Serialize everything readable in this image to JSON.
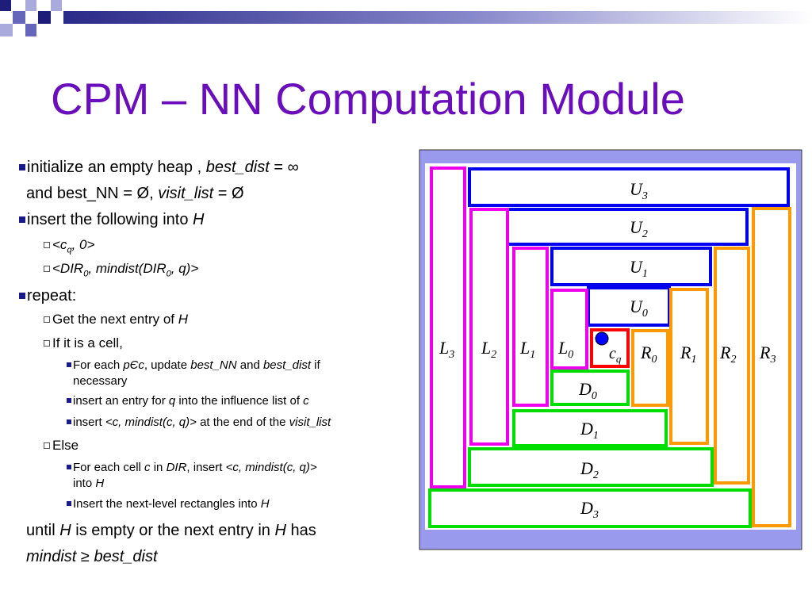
{
  "slide": {
    "title": "CPM – NN Computation Module",
    "bullets": {
      "b1_a": "initialize an empty heap ,",
      "b1_b": "best_dist",
      "b1_c": " = ∞",
      "b1_d": "and best_NN = Ø, ",
      "b1_e": "visit_list",
      "b1_f": " = Ø",
      "b2_a": "insert the following into ",
      "b2_b": "H",
      "b2_s1_a": "<c",
      "b2_s1_sub": "q",
      "b2_s1_b": ", 0>",
      "b2_s2_a": "<DIR",
      "b2_s2_sub": "0",
      "b2_s2_b": ", mindist(DIR",
      "b2_s2_sub2": "0",
      "b2_s2_c": ", q)>",
      "b3": "repeat:",
      "b3_s1_a": "Get the next entry of ",
      "b3_s1_b": "H",
      "b3_s2": "If it is a cell,",
      "b3_t1_a": "For each ",
      "b3_t1_b": "pЄc",
      "b3_t1_c": ", update ",
      "b3_t1_d": "best_NN",
      "b3_t1_e": " and ",
      "b3_t1_f": "best_dist",
      "b3_t1_g": " if",
      "b3_t1_h": "necessary",
      "b3_t2_a": "insert an entry for ",
      "b3_t2_b": "q",
      "b3_t2_c": " into the influence list of ",
      "b3_t2_d": "c",
      "b3_t3_a": "insert ",
      "b3_t3_b": "<c, mindist(c, q)>",
      "b3_t3_c": " at the end of the ",
      "b3_t3_d": "visit_list",
      "b3_s3": "Else",
      "b3_t4_a": "For each cell ",
      "b3_t4_b": "c",
      "b3_t4_c": " in ",
      "b3_t4_d": "DIR",
      "b3_t4_e": ", insert ",
      "b3_t4_f": "<c, mindist(c, q)>",
      "b3_t4_g": "into ",
      "b3_t4_h": "H",
      "b3_t5_a": "Insert the next-level rectangles into ",
      "b3_t5_b": "H",
      "until_a": "until ",
      "until_b": "H",
      "until_c": " is empty or the next entry in ",
      "until_d": "H",
      "until_e": " has",
      "until_f": "mindist",
      "until_g": " ≥ ",
      "until_h": "best_dist"
    }
  },
  "diagram": {
    "labels": {
      "U3": "U",
      "U3s": "3",
      "U2": "U",
      "U2s": "2",
      "U1": "U",
      "U1s": "1",
      "U0": "U",
      "U0s": "0",
      "L3": "L",
      "L3s": "3",
      "L2": "L",
      "L2s": "2",
      "L1": "L",
      "L1s": "1",
      "L0": "L",
      "L0s": "0",
      "R0": "R",
      "R0s": "0",
      "R1": "R",
      "R1s": "1",
      "R2": "R",
      "R2s": "2",
      "R3": "R",
      "R3s": "3",
      "D0": "D",
      "D0s": "0",
      "D1": "D",
      "D1s": "1",
      "D2": "D",
      "D2s": "2",
      "D3": "D",
      "D3s": "3",
      "cq": "c",
      "cqs": "q"
    },
    "colors": {
      "background": "#9999ee",
      "up": "#0000ee",
      "left": "#ee00ee",
      "right": "#ff9900",
      "down": "#00dd00",
      "cell": "#ff0000",
      "query": "#0000ff"
    }
  }
}
